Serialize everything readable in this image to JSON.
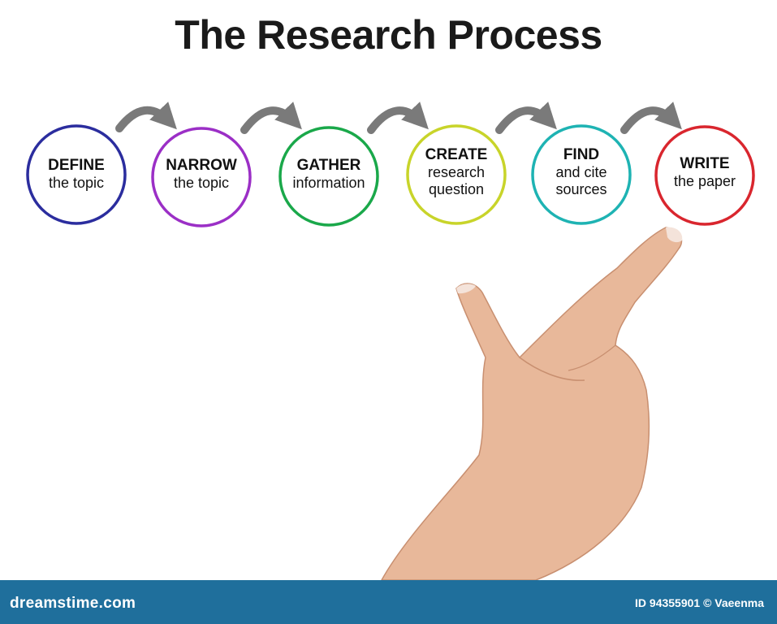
{
  "title": "The Research Process",
  "steps": [
    {
      "bold": "DEFINE",
      "lines": [
        "the topic"
      ],
      "color": "#2b2d9e"
    },
    {
      "bold": "NARROW",
      "lines": [
        "the topic"
      ],
      "color": "#9b2fc6"
    },
    {
      "bold": "GATHER",
      "lines": [
        "information"
      ],
      "color": "#1aa84a"
    },
    {
      "bold": "CREATE",
      "lines": [
        "research",
        "question"
      ],
      "color": "#c8d42a"
    },
    {
      "bold": "FIND",
      "lines": [
        "and cite",
        "sources"
      ],
      "color": "#1eb3b3"
    },
    {
      "bold": "WRITE",
      "lines": [
        "the paper"
      ],
      "color": "#d9262e"
    }
  ],
  "connector_color": "#7a7a7a",
  "footer": {
    "brand": "dreamstime.com",
    "credit": "ID 94355901 © Vaeenma",
    "bar_color": "#1f6f9c"
  }
}
